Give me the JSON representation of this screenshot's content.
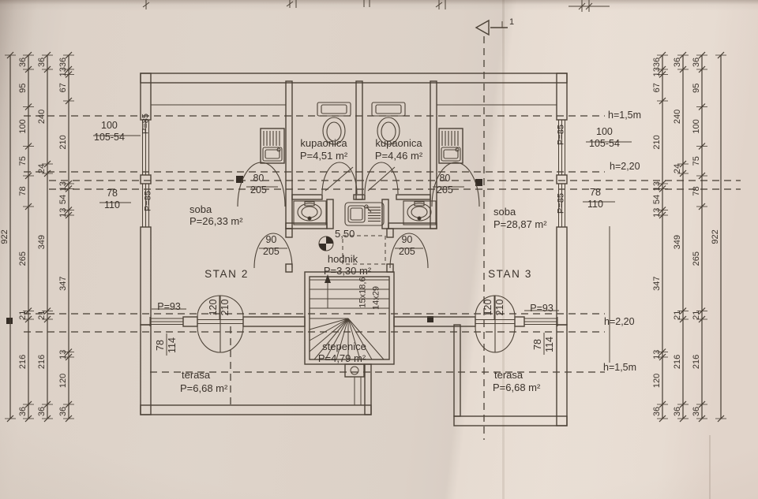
{
  "drawing": {
    "colors": {
      "paper": "#dbcfc4",
      "ink": "#4c4237"
    },
    "section_marker": "1",
    "elevation_mark": "5,50",
    "units": {
      "stan2": "STAN 2",
      "stan3": "STAN 3"
    },
    "rooms": {
      "kup_l": {
        "name": "kupaonica",
        "area": "P=4,51 m²"
      },
      "kup_r": {
        "name": "kupaonica",
        "area": "P=4,46 m²"
      },
      "soba_l": {
        "name": "soba",
        "area": "P=26,33 m²"
      },
      "soba_r": {
        "name": "soba",
        "area": "P=28,87 m²"
      },
      "hodnik": {
        "name": "hodnik",
        "area": "P=3,30 m²"
      },
      "stepenice": {
        "name": "stepenice",
        "area": "P=4,79 m²"
      },
      "terasa_l": {
        "name": "terasa",
        "area": "P=6,68 m²"
      },
      "terasa_r": {
        "name": "terasa",
        "area": "P=6,68 m²"
      }
    },
    "stairs_note": {
      "line1": "15x18,6",
      "line2": "14x29"
    },
    "openings": {
      "win_main": {
        "w": "100",
        "h": "105-54"
      },
      "win_small": {
        "w": "78",
        "h": "110"
      },
      "door_bath": {
        "w": "80",
        "h": "205"
      },
      "door_hall": {
        "w": "90",
        "h": "205"
      },
      "win_terrace": {
        "w": "78",
        "h": "114"
      },
      "door_terrace": {
        "w": "120",
        "h": "210"
      },
      "parapet85": "P=85",
      "parapet93": "P=93"
    },
    "heights": {
      "h15": "h=1,5m",
      "h22": "h=2,20"
    },
    "dimensions": {
      "total": 922,
      "left_chains": [
        [
          922
        ],
        [
          36,
          95,
          100,
          75,
          78,
          265,
          21,
          216,
          36
        ],
        [
          36,
          240,
          24,
          349,
          21,
          216,
          36
        ],
        [
          36,
          13,
          67,
          210,
          13,
          54,
          13,
          347,
          13,
          120,
          36
        ]
      ],
      "right_chains": [
        [
          36,
          13,
          67,
          210,
          13,
          54,
          13,
          347,
          13,
          120,
          36
        ],
        [
          36,
          240,
          24,
          349,
          21,
          216,
          36
        ],
        [
          36,
          95,
          100,
          75,
          78,
          265,
          21,
          216,
          36
        ],
        [
          922
        ]
      ]
    }
  }
}
